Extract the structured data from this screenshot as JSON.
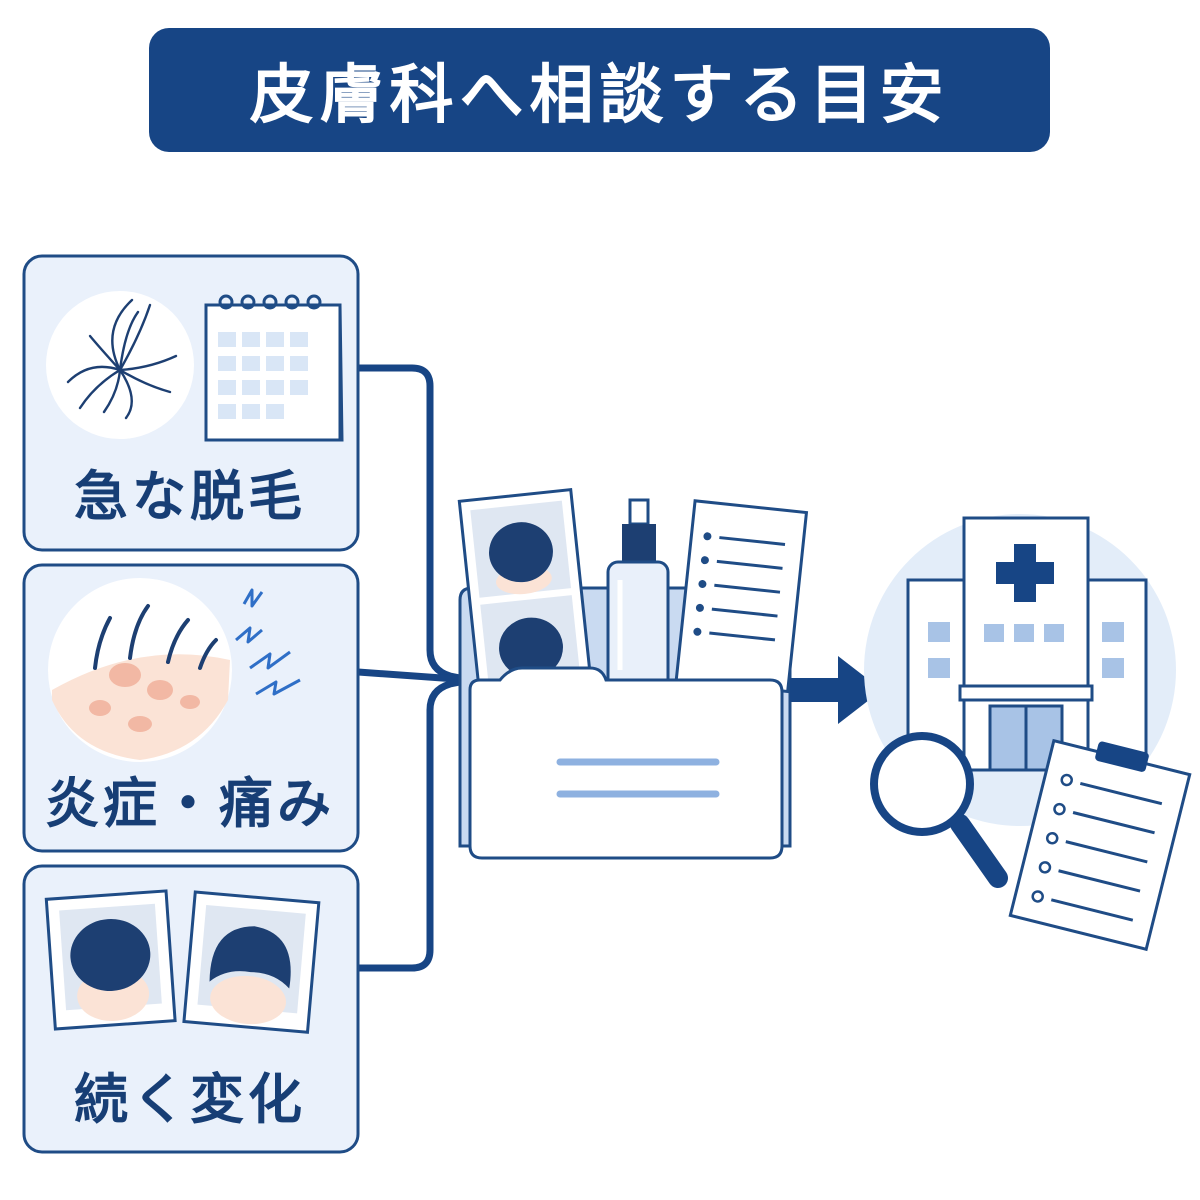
{
  "title": "皮膚科へ相談する目安",
  "cards": [
    {
      "label": "急な脱毛",
      "illustration": "hair-loss-and-calendar"
    },
    {
      "label": "炎症・痛み",
      "illustration": "inflamed-scalp-with-pain"
    },
    {
      "label": "続く変化",
      "illustration": "before-after-hair-photos"
    }
  ],
  "center": {
    "illustration": "record-folder-with-photos-spray-and-notes"
  },
  "destination": {
    "illustration": "hospital-with-magnifier-and-clipboard"
  },
  "colors": {
    "navy": "#174585",
    "text": "#173e75",
    "card_fill": "#eaf1fb",
    "card_border": "#1f4c86",
    "light_blue": "#d9e6f6",
    "skin": "#fbe3d6"
  }
}
